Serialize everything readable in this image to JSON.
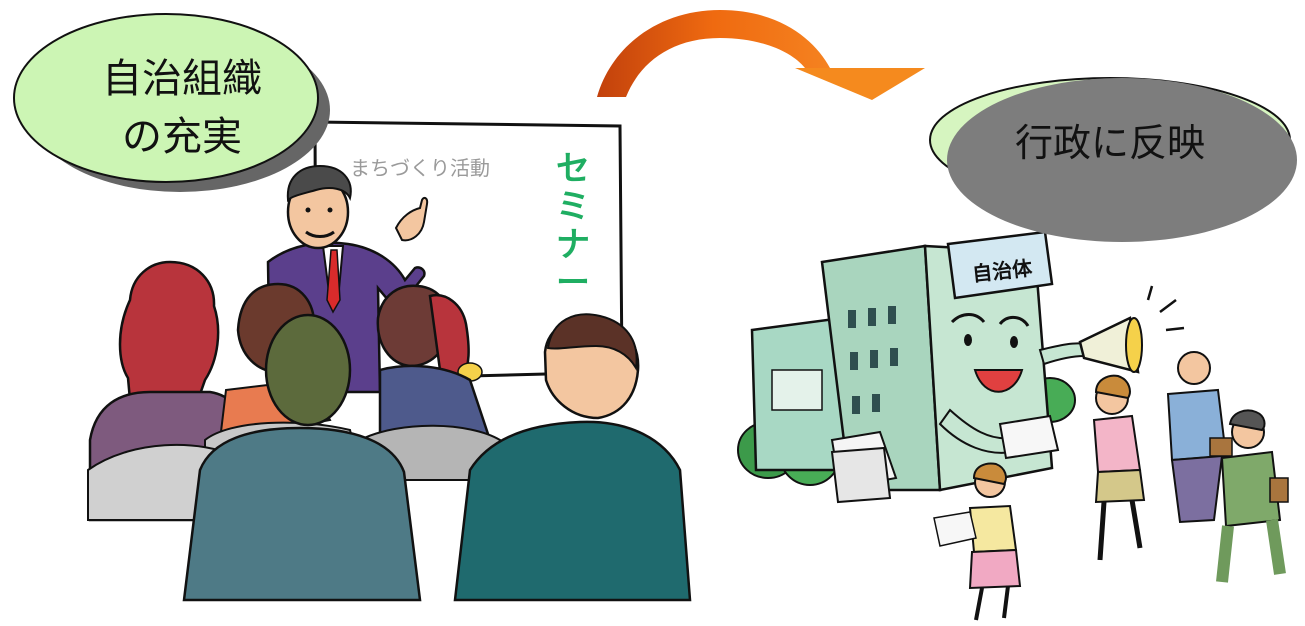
{
  "left_bubble": {
    "line1": "自治組織",
    "line2": "の充実"
  },
  "right_bubble": {
    "text": "行政に反映"
  },
  "whiteboard": {
    "caption": "まちづくり活動",
    "seminar_chars": [
      "セ",
      "ミ",
      "ナ",
      "ー"
    ]
  },
  "building": {
    "sign": "自治体"
  },
  "colors": {
    "bubble_green": "#ccf5b4",
    "bubble_gray": "#7d7d7d",
    "arrow_orange": "#e8650f",
    "building_green": "#c6e6d2",
    "seminar_green": "#1fae62"
  }
}
